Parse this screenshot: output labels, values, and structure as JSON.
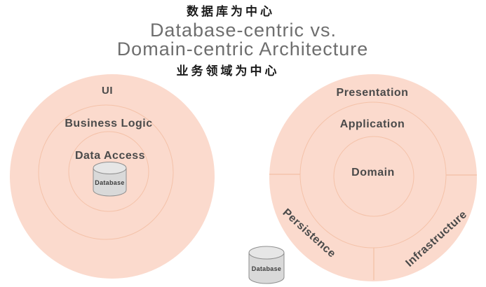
{
  "titles": {
    "top_cn": "数据库为中心",
    "main_line1": "Database-centric vs.",
    "main_line2": "Domain-centric Architecture",
    "bottom_cn": "业务领域为中心"
  },
  "left_diagram": {
    "name": "database-centric-architecture",
    "rings": [
      "UI",
      "Business Logic",
      "Data Access"
    ],
    "center_item": "Database"
  },
  "right_diagram": {
    "name": "domain-centric-architecture",
    "rings": [
      "Presentation",
      "Application",
      "Domain"
    ],
    "sectors": [
      "Persistence",
      "Infrastructure"
    ],
    "external_item": "Database"
  },
  "colors": {
    "circle_fill": "#fbdacd",
    "ring_stroke": "#f4c2a9",
    "label_text": "#4a4a4a",
    "title_gray": "#6e6e6e",
    "chinese_text": "#1b1b1b",
    "cylinder_fill": "#d9d9d9"
  }
}
